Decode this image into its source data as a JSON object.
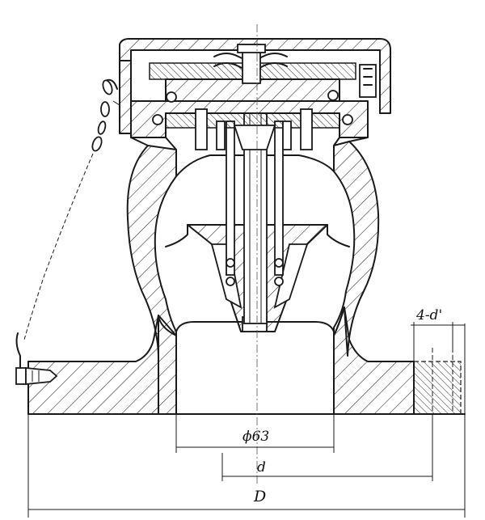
{
  "dimensions": {
    "inner_diameter": "ϕ63",
    "bolt_circle": "d",
    "outer_diameter": "D",
    "bolt_holes": "4-d'"
  }
}
